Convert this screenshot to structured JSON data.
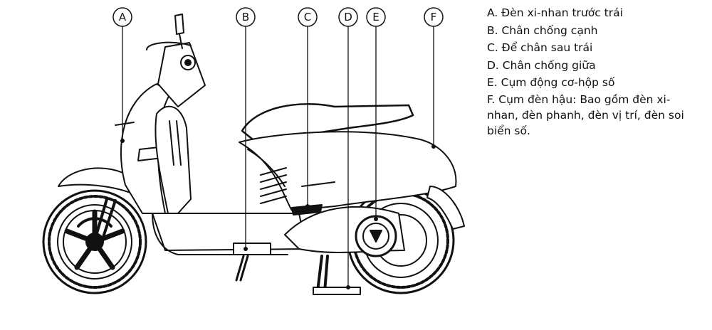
{
  "callouts": [
    {
      "letter": "A"
    },
    {
      "letter": "B"
    },
    {
      "letter": "C"
    },
    {
      "letter": "D"
    },
    {
      "letter": "E"
    },
    {
      "letter": "F"
    }
  ],
  "legend": [
    "A. Đèn xi-nhan trước trái",
    "B. Chân chống cạnh",
    "C. Để chân sau trái",
    "D. Chân chống giữa",
    "E. Cụm động cơ-hộp số",
    "F. Cụm đèn hậu: Bao gồm đèn xi-nhan, đèn phanh, đèn vị trí, đèn soi biển số."
  ]
}
